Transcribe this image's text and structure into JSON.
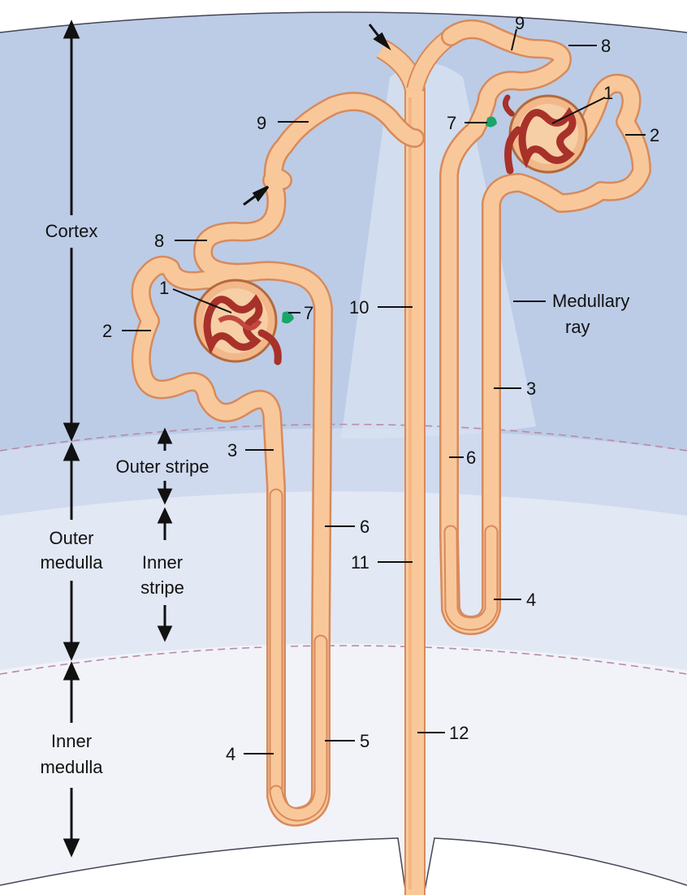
{
  "zones": {
    "cortex": "Cortex",
    "outer_stripe": "Outer stripe",
    "outer_medulla_1": "Outer",
    "outer_medulla_2": "medulla",
    "inner_stripe_1": "Inner",
    "inner_stripe_2": "stripe",
    "inner_medulla_1": "Inner",
    "inner_medulla_2": "medulla",
    "medullary_ray_1": "Medullary",
    "medullary_ray_2": "ray"
  },
  "left_nephron": {
    "glomerulus": "1",
    "proximal_convoluted": "2",
    "proximal_straight": "3",
    "thin_descending": "4",
    "thin_ascending": "5",
    "thick_ascending": "6",
    "macula_densa": "7",
    "distal_convoluted": "8",
    "connecting_tubule": "9"
  },
  "right_nephron": {
    "glomerulus": "1",
    "proximal_convoluted": "2",
    "proximal_straight": "3",
    "thin_descending": "4",
    "thick_ascending": "6",
    "macula_densa": "7",
    "distal_convoluted": "8",
    "connecting_tubule": "9"
  },
  "collecting_duct": {
    "cortical": "10",
    "outer_medullary": "11",
    "inner_medullary": "12"
  },
  "colors": {
    "cortex_bg": "#bccce6",
    "outer_stripe_bg": "#d0dbee",
    "inner_stripe_bg": "#e3e9f5",
    "inner_medulla_bg": "#f0f2f9",
    "tubule_fill": "#f9c89a",
    "tubule_outline": "#d88a5c",
    "macula_densa": "#1aa56a",
    "glomerulus": "#a8312a"
  }
}
